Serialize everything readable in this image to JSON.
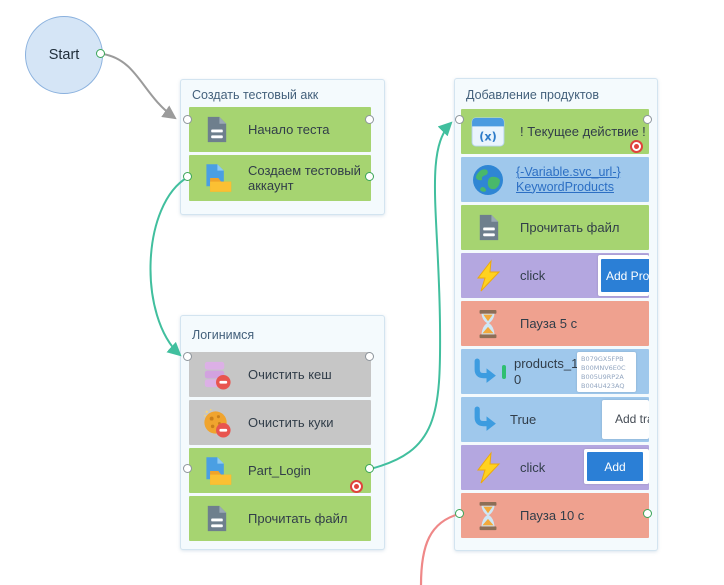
{
  "app": {
    "type": "flowchart-canvas"
  },
  "start_node": {
    "label": "Start"
  },
  "groups": [
    {
      "title": "Создать тестовый акк",
      "blocks": [
        {
          "label": "Начало теста",
          "color": "green",
          "icon": "document-icon"
        },
        {
          "label": "Создаем тестовый аккаунт",
          "color": "green",
          "icon": "file-folder-icon"
        }
      ]
    },
    {
      "title": "Логинимся",
      "blocks": [
        {
          "label": "Очистить кеш",
          "color": "gray",
          "icon": "clear-cache-icon"
        },
        {
          "label": "Очистить куки",
          "color": "gray",
          "icon": "clear-cookies-icon"
        },
        {
          "label": "Part_Login",
          "color": "green",
          "icon": "file-folder-icon",
          "breakpoint": true
        },
        {
          "label": "Прочитать файл",
          "color": "green",
          "icon": "document-icon"
        }
      ]
    },
    {
      "title": "Добавление продуктов",
      "blocks": [
        {
          "label": "! Текущее действие !",
          "color": "green",
          "icon": "variable-window-icon",
          "breakpoint": true
        },
        {
          "label": "{-Variable.svc_url-} KeywordProducts",
          "color": "blue",
          "icon": "globe-icon",
          "link": true
        },
        {
          "label": "Прочитать файл",
          "color": "green",
          "icon": "document-icon"
        },
        {
          "label": "click",
          "color": "purple",
          "icon": "lightning-icon",
          "button_label": "Add Prod"
        },
        {
          "label": "Пауза 5 с",
          "color": "salmon",
          "icon": "hourglass-icon"
        },
        {
          "label": "products_10",
          "color": "blue",
          "icon": "branch-arrow-icon",
          "codes": [
            "B079GX5FPB",
            "B00MNV6E0C",
            "B005U9RP2A",
            "B004U423AQ"
          ]
        },
        {
          "label": "True",
          "color": "blue",
          "icon": "branch-arrow-icon",
          "preview_text": "Add tra"
        },
        {
          "label": "click",
          "color": "purple",
          "icon": "lightning-icon",
          "button_label": "Add"
        },
        {
          "label": "Пауза 10 с",
          "color": "salmon",
          "icon": "hourglass-icon"
        }
      ]
    }
  ],
  "icons": {
    "variable_glyph": "(x)"
  },
  "edges": [
    {
      "from": "Start",
      "to": "Начало теста",
      "color": "#9b9b9b"
    },
    {
      "from": "Создаем тестовый аккаунт",
      "to": "Очистить кеш",
      "color": "#41bf9e"
    },
    {
      "from": "Part_Login",
      "to": "! Текущее действие !",
      "color": "#41bf9e"
    },
    {
      "from": "Пауза 10 с",
      "to": "offscreen-bottom",
      "color": "#ef8888"
    }
  ],
  "palette": {
    "green_block": "#a6d471",
    "gray_block": "#c6c6c6",
    "purple_block": "#b4a7e0",
    "salmon_block": "#efa18f",
    "blue_block": "#9fc8ec",
    "panel_bg": "#f4fafd",
    "panel_border": "#d3e4f0",
    "link": "#2c6fc4",
    "button_blue": "#2b7fd6",
    "edge_teal": "#41bf9e",
    "edge_gray": "#9b9b9b",
    "edge_red": "#ef8888",
    "breakpoint_red": "#e0433d",
    "start_fill": "#d5e5f6",
    "start_border": "#8ab1de"
  }
}
